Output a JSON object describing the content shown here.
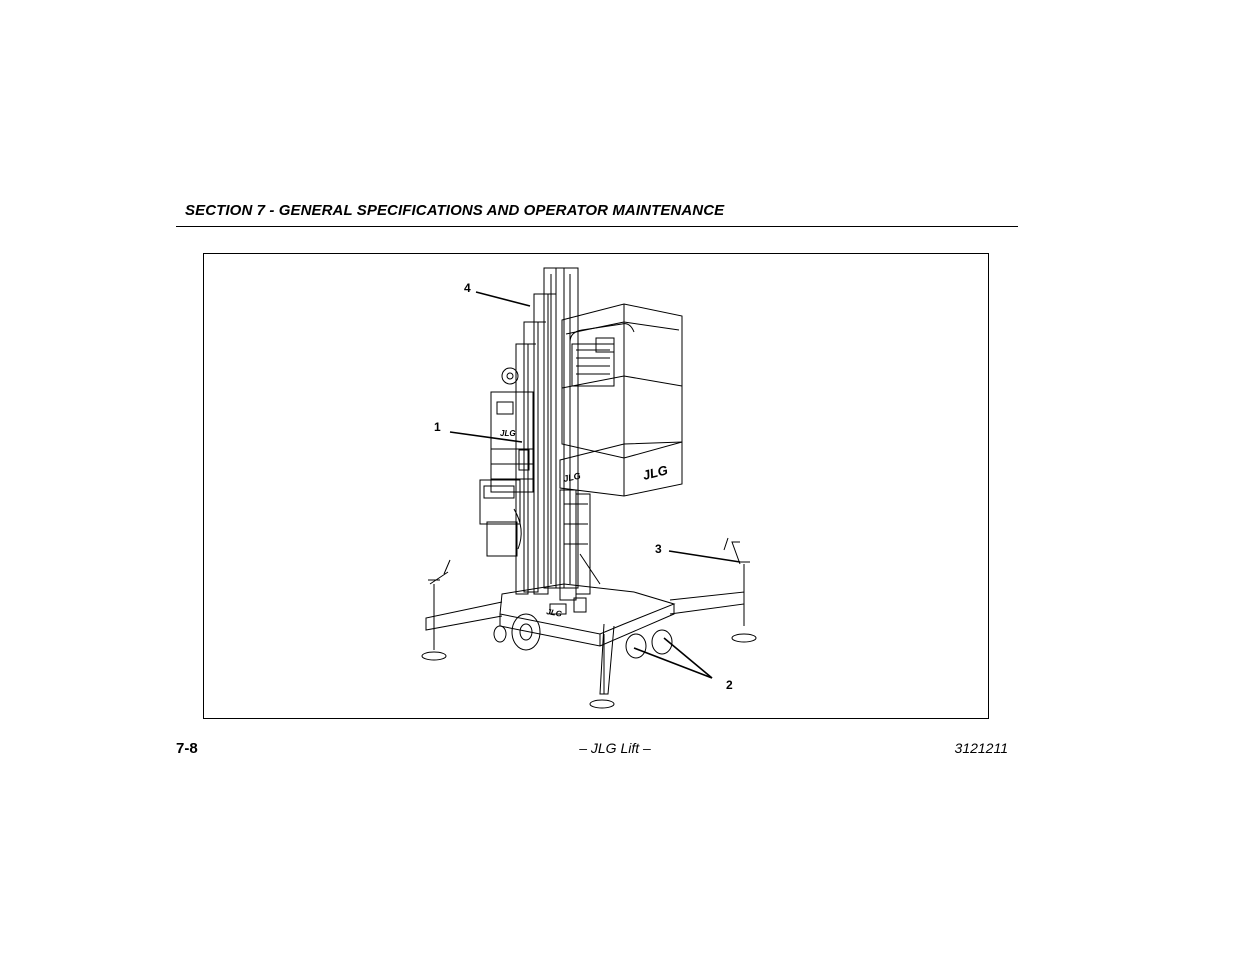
{
  "header": {
    "section_title": "SECTION 7 - GENERAL SPECIFICATIONS AND OPERATOR MAINTENANCE"
  },
  "figure": {
    "callouts": [
      "1",
      "2",
      "3",
      "4"
    ],
    "brand_marks": [
      "JLG",
      "JLG",
      "JLG",
      "JLG"
    ]
  },
  "footer": {
    "page_number": "7-8",
    "center_text": "– JLG Lift –",
    "doc_number": "3121211"
  }
}
